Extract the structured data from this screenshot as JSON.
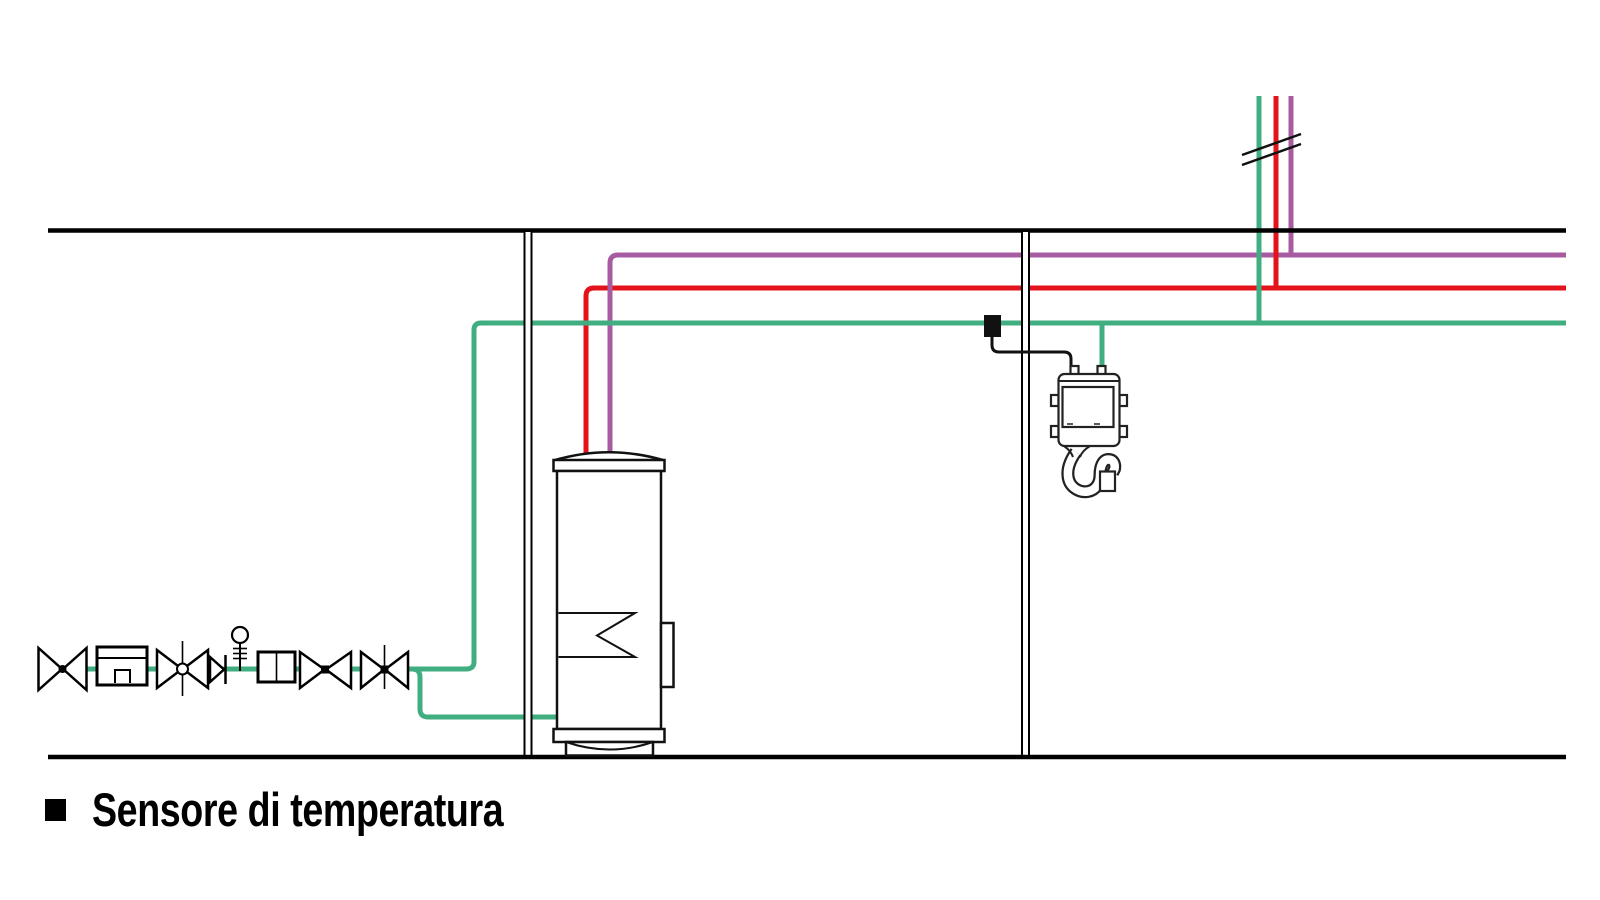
{
  "legend": {
    "label": "Sensore di temperatura",
    "swatch_color": "#000000"
  },
  "colors": {
    "cold_water": "#40AE81",
    "hot_water": "#E2131B",
    "recirculation": "#A75CA1",
    "cable": "#111111",
    "structure": "#000000"
  },
  "components": [
    "shut-off-valve",
    "water-meter",
    "shut-off-valve-with-stem",
    "check-valve",
    "pressure-gauge",
    "filter",
    "shut-off-valve",
    "shut-off-valve-with-stem",
    "storage-water-heater-with-heating-element",
    "temperature-sensor",
    "wall-mounted-unit-with-siphon-drain",
    "cold-water-pipe",
    "hot-water-pipe",
    "recirculation-pipe",
    "riser-pipes-with-break-symbol",
    "ceiling",
    "floor",
    "walls"
  ]
}
